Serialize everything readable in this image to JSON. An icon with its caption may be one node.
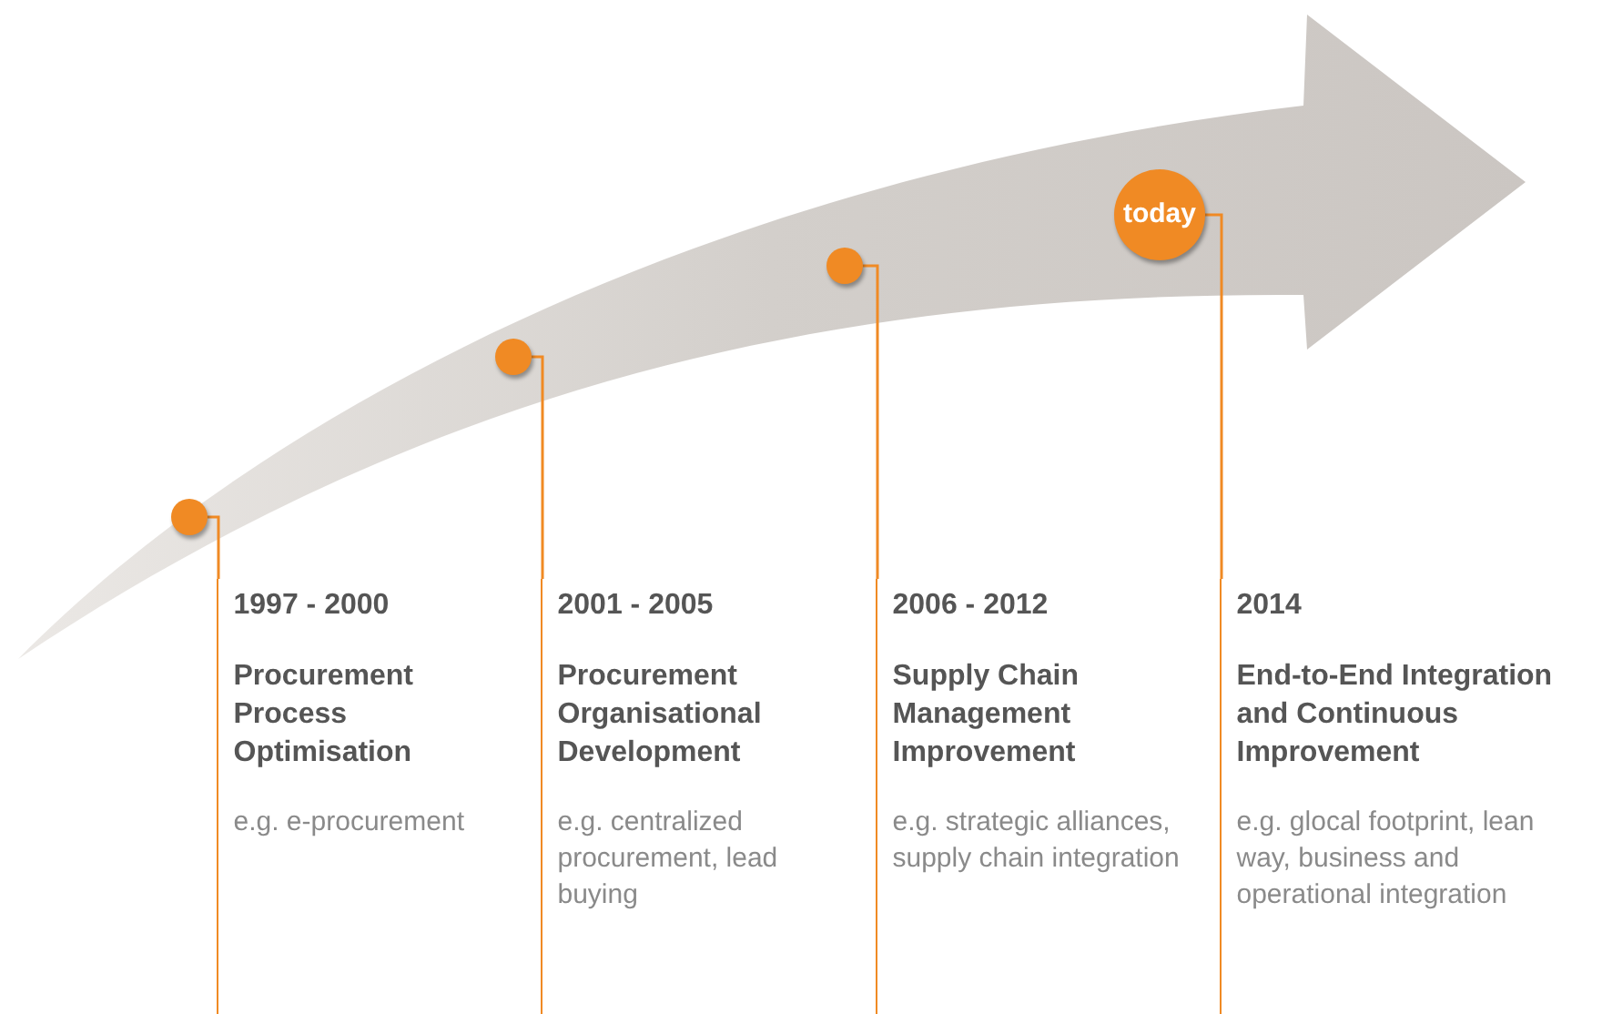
{
  "diagram": {
    "nodes": [
      {
        "text": [],
        "shape": "circle"
      },
      {
        "text": [],
        "shape": "circle"
      },
      {
        "text": [],
        "shape": "circle"
      },
      {
        "text": [
          "today"
        ]
      },
      {
        "text": [
          "1997 - 2000",
          "Procurement Process Optimisation",
          "e.g. e-procurement"
        ]
      },
      {
        "text": [
          "2001 - 2005",
          "Procurement Organisational Development",
          "e.g. centralized procurement, lead buying"
        ]
      },
      {
        "text": [
          "2006 - 2012",
          "Supply Chain Management Improvement",
          "e.g. strategic alliances, supply chain integration"
        ]
      },
      {
        "text": [
          "2014",
          "End-to-End Integration and Continuous Improvement",
          "e.g. glocal footprint, lean way, business and operational integration"
        ]
      }
    ],
    "edges": [
      {
        "from": 0,
        "to": 4,
        "arrow": "none"
      },
      {
        "from": 1,
        "to": 5,
        "arrow": "none"
      },
      {
        "from": 2,
        "to": 6,
        "arrow": "none"
      },
      {
        "from": 3,
        "to": 7,
        "arrow": "none"
      }
    ]
  }
}
